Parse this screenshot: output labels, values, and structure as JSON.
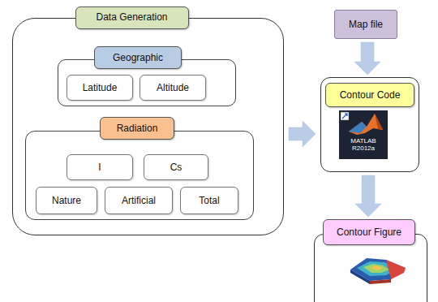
{
  "diagram": {
    "nodes": [
      {
        "text": [
          "Data Generation"
        ]
      },
      {
        "text": [
          "Geographic"
        ],
        "in": 0
      },
      {
        "text": [
          "Latitude"
        ],
        "in": 1
      },
      {
        "text": [
          "Altitude"
        ],
        "in": 1
      },
      {
        "text": [
          "Radiation"
        ],
        "in": 0
      },
      {
        "text": [
          "I"
        ],
        "in": 4
      },
      {
        "text": [
          "Cs"
        ],
        "in": 4
      },
      {
        "text": [
          "Nature"
        ],
        "in": 4
      },
      {
        "text": [
          "Artificial"
        ],
        "in": 4
      },
      {
        "text": [
          "Total"
        ],
        "in": 4
      },
      {
        "text": [
          "Map file"
        ]
      },
      {
        "text": [
          "Contour Code"
        ]
      },
      {
        "text": [
          "Contour Figure"
        ]
      }
    ],
    "edges": [
      {
        "from": 0,
        "to": 11,
        "arrow": "to"
      },
      {
        "from": 10,
        "to": 11,
        "arrow": "to"
      },
      {
        "from": 11,
        "to": 12,
        "arrow": "to"
      }
    ],
    "labels": [
      "MATLAB R2012a"
    ]
  }
}
